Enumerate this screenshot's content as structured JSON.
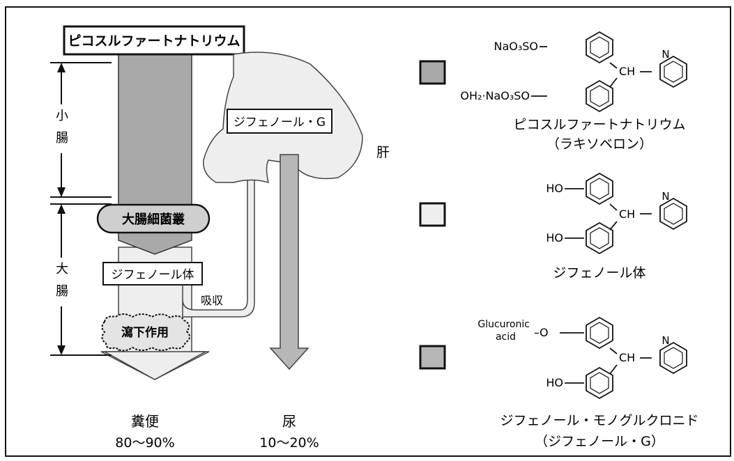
{
  "pathway": {
    "drug_label": "ピコスルファートナトリウム",
    "small_intestine": "小\n腸",
    "large_intestine": "大\n腸",
    "bacteria_label": "大腸細菌叢",
    "diphenol_body_label": "ジフェノール体",
    "absorption_label": "吸収",
    "laxative_label": "瀉下作用",
    "glucuronide_label": "ジフェノール・G",
    "liver_label": "肝",
    "feces_label": "糞便",
    "feces_percent": "80〜90%",
    "urine_label": "尿",
    "urine_percent": "10〜20%"
  },
  "legend": [
    {
      "swatch_color": "#a9a9a9",
      "name": "ピコスルファートナトリウム",
      "subname": "（ラキソベロン）",
      "substituent_top": "NaO₃SO",
      "substituent_bottom": "OH₂·NaO₃SO",
      "bridge": "CH",
      "ring_n": "N"
    },
    {
      "swatch_color": "#eeeeee",
      "name": "ジフェノール体",
      "subname": "",
      "substituent_top": "HO",
      "substituent_bottom": "HO",
      "bridge": "CH",
      "ring_n": "N"
    },
    {
      "swatch_color": "#b7b7b7",
      "name": "ジフェノール・モノグルクロニド",
      "subname": "（ジフェノール・G）",
      "substituent_top_line1": "Glucuronic",
      "substituent_top_line2": "acid",
      "substituent_top_link": "–O",
      "substituent_bottom": "HO",
      "bridge": "CH",
      "ring_n": "N"
    }
  ],
  "colors": {
    "drug_gray": "#a9a9a9",
    "diphenol_light": "#eeeeee",
    "glucuronide_gray": "#b7b7b7",
    "border": "#111111"
  }
}
